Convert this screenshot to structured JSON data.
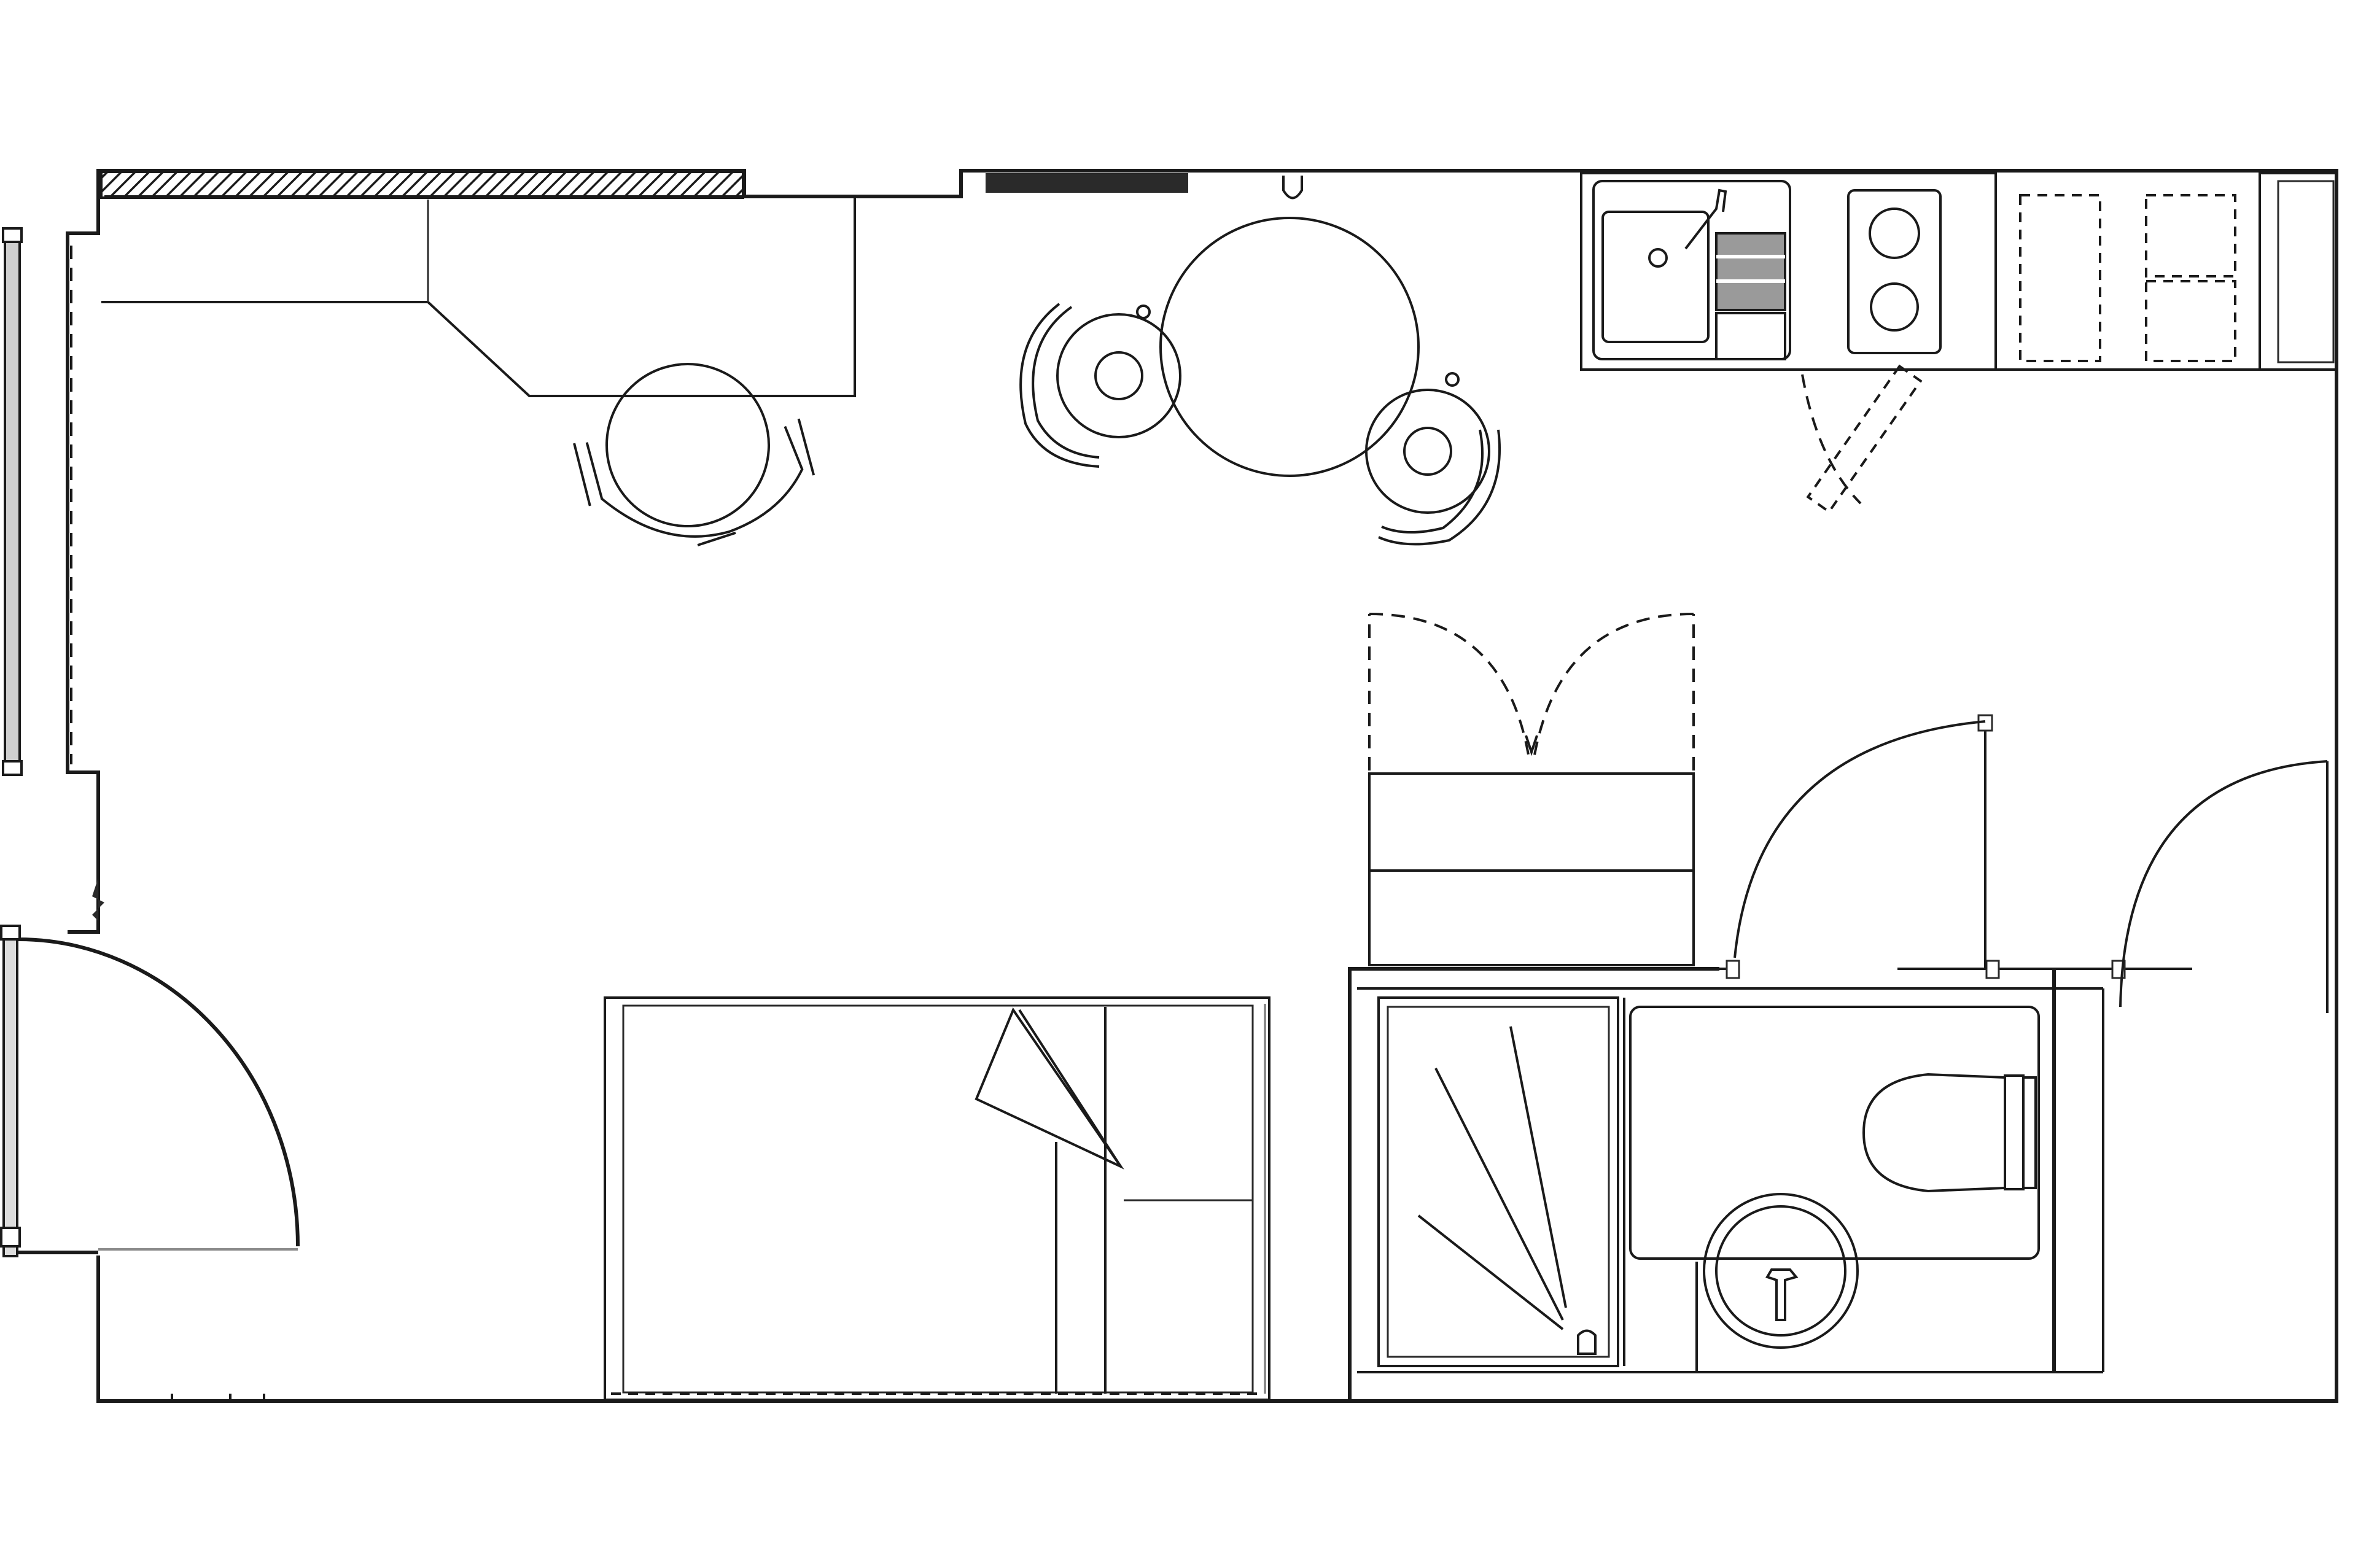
{
  "diagram": {
    "type": "floor-plan",
    "rooms": [
      "studio-living-area",
      "kitchenette",
      "shower-room",
      "wardrobe"
    ],
    "furniture": [
      "desk",
      "desk-chair",
      "round-dining-table",
      "dining-chair",
      "dining-chair",
      "single-bed",
      "wardrobe-cabinet",
      "toilet",
      "washbasin",
      "shower-tray",
      "sink",
      "two-ring-hob",
      "kitchen-cupboards"
    ],
    "colors": {
      "line": "#1a1a1a",
      "background": "#ffffff",
      "accent_grey": "#8a8a8a"
    }
  }
}
